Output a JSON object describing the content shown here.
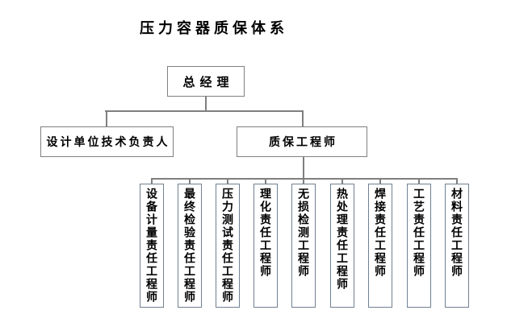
{
  "title": "压力容器质保体系",
  "org": {
    "root": {
      "label": "总经理"
    },
    "level2": [
      {
        "label": "设计单位技术负责人"
      },
      {
        "label": "质保工程师"
      }
    ],
    "level3": [
      {
        "label": "设备计量责任工程师"
      },
      {
        "label": "最终检验责任工程师"
      },
      {
        "label": "压力测试责任工程师"
      },
      {
        "label": "理化责任工程师"
      },
      {
        "label": "无损检测工程师"
      },
      {
        "label": "热处理责任工程师"
      },
      {
        "label": "焊接责任工程师"
      },
      {
        "label": "工艺责任工程师"
      },
      {
        "label": "材料责任工程师"
      }
    ]
  },
  "colors": {
    "background": "#ffffff",
    "connector_line": "#7f7f7f",
    "node_border": "#808080",
    "leaf_node_border": "#708090",
    "text": "#000000"
  }
}
